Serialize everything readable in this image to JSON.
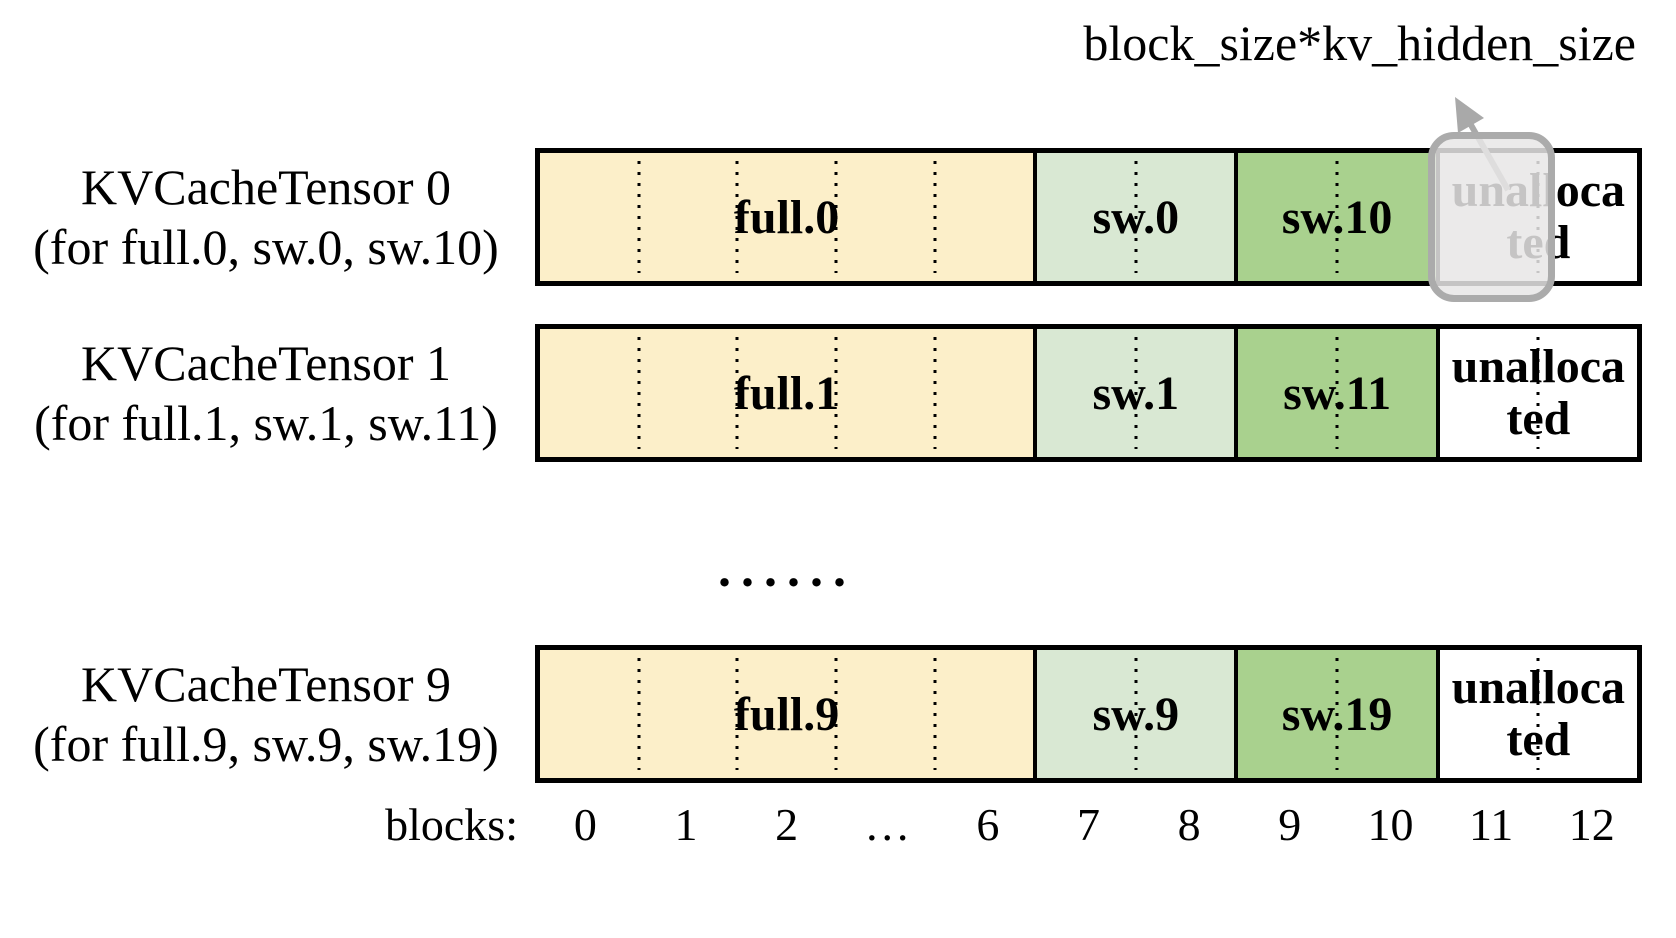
{
  "annotation": {
    "label": "block_size*kv_hidden_size"
  },
  "rows": [
    {
      "title": "KVCacheTensor 0",
      "subtitle": "(for full.0, sw.0, sw.10)",
      "segments": [
        {
          "label": "full.0",
          "color": "#FCEFC9",
          "block_range": "0-6"
        },
        {
          "label": "sw.0",
          "color": "#D9E8D3",
          "block_range": "7-8"
        },
        {
          "label": "sw.10",
          "color": "#A9D18E",
          "block_range": "9-10"
        },
        {
          "label": "unallocated",
          "label_lines": [
            "unalloca",
            "ted"
          ],
          "color": "#FFFFFF",
          "block_range": "11-12"
        }
      ]
    },
    {
      "title": "KVCacheTensor 1",
      "subtitle": "(for full.1, sw.1, sw.11)",
      "segments": [
        {
          "label": "full.1",
          "color": "#FCEFC9",
          "block_range": "0-6"
        },
        {
          "label": "sw.1",
          "color": "#D9E8D3",
          "block_range": "7-8"
        },
        {
          "label": "sw.11",
          "color": "#A9D18E",
          "block_range": "9-10"
        },
        {
          "label": "unallocated",
          "label_lines": [
            "unalloca",
            "ted"
          ],
          "color": "#FFFFFF",
          "block_range": "11-12"
        }
      ]
    },
    {
      "title": "KVCacheTensor 9",
      "subtitle": "(for full.9, sw.9, sw.19)",
      "segments": [
        {
          "label": "full.9",
          "color": "#FCEFC9",
          "block_range": "0-6"
        },
        {
          "label": "sw.9",
          "color": "#D9E8D3",
          "block_range": "7-8"
        },
        {
          "label": "sw.19",
          "color": "#A9D18E",
          "block_range": "9-10"
        },
        {
          "label": "unallocated",
          "label_lines": [
            "unalloca",
            "ted"
          ],
          "color": "#FFFFFF",
          "block_range": "11-12"
        }
      ]
    }
  ],
  "ellipsis": "......",
  "axis": {
    "label": "blocks:",
    "ticks": [
      "0",
      "1",
      "2",
      "…",
      "6",
      "7",
      "8",
      "9",
      "10",
      "11",
      "12"
    ]
  },
  "colors": {
    "full_block": "#FCEFC9",
    "sw_light_block": "#D9E8D3",
    "sw_dark_block": "#A9D18E",
    "unallocated_block": "#FFFFFF",
    "bar_border": "#000000",
    "highlight_fill": "#E7E6E6",
    "highlight_border": "#ABABAB",
    "arrow": "#A9A9A9"
  }
}
